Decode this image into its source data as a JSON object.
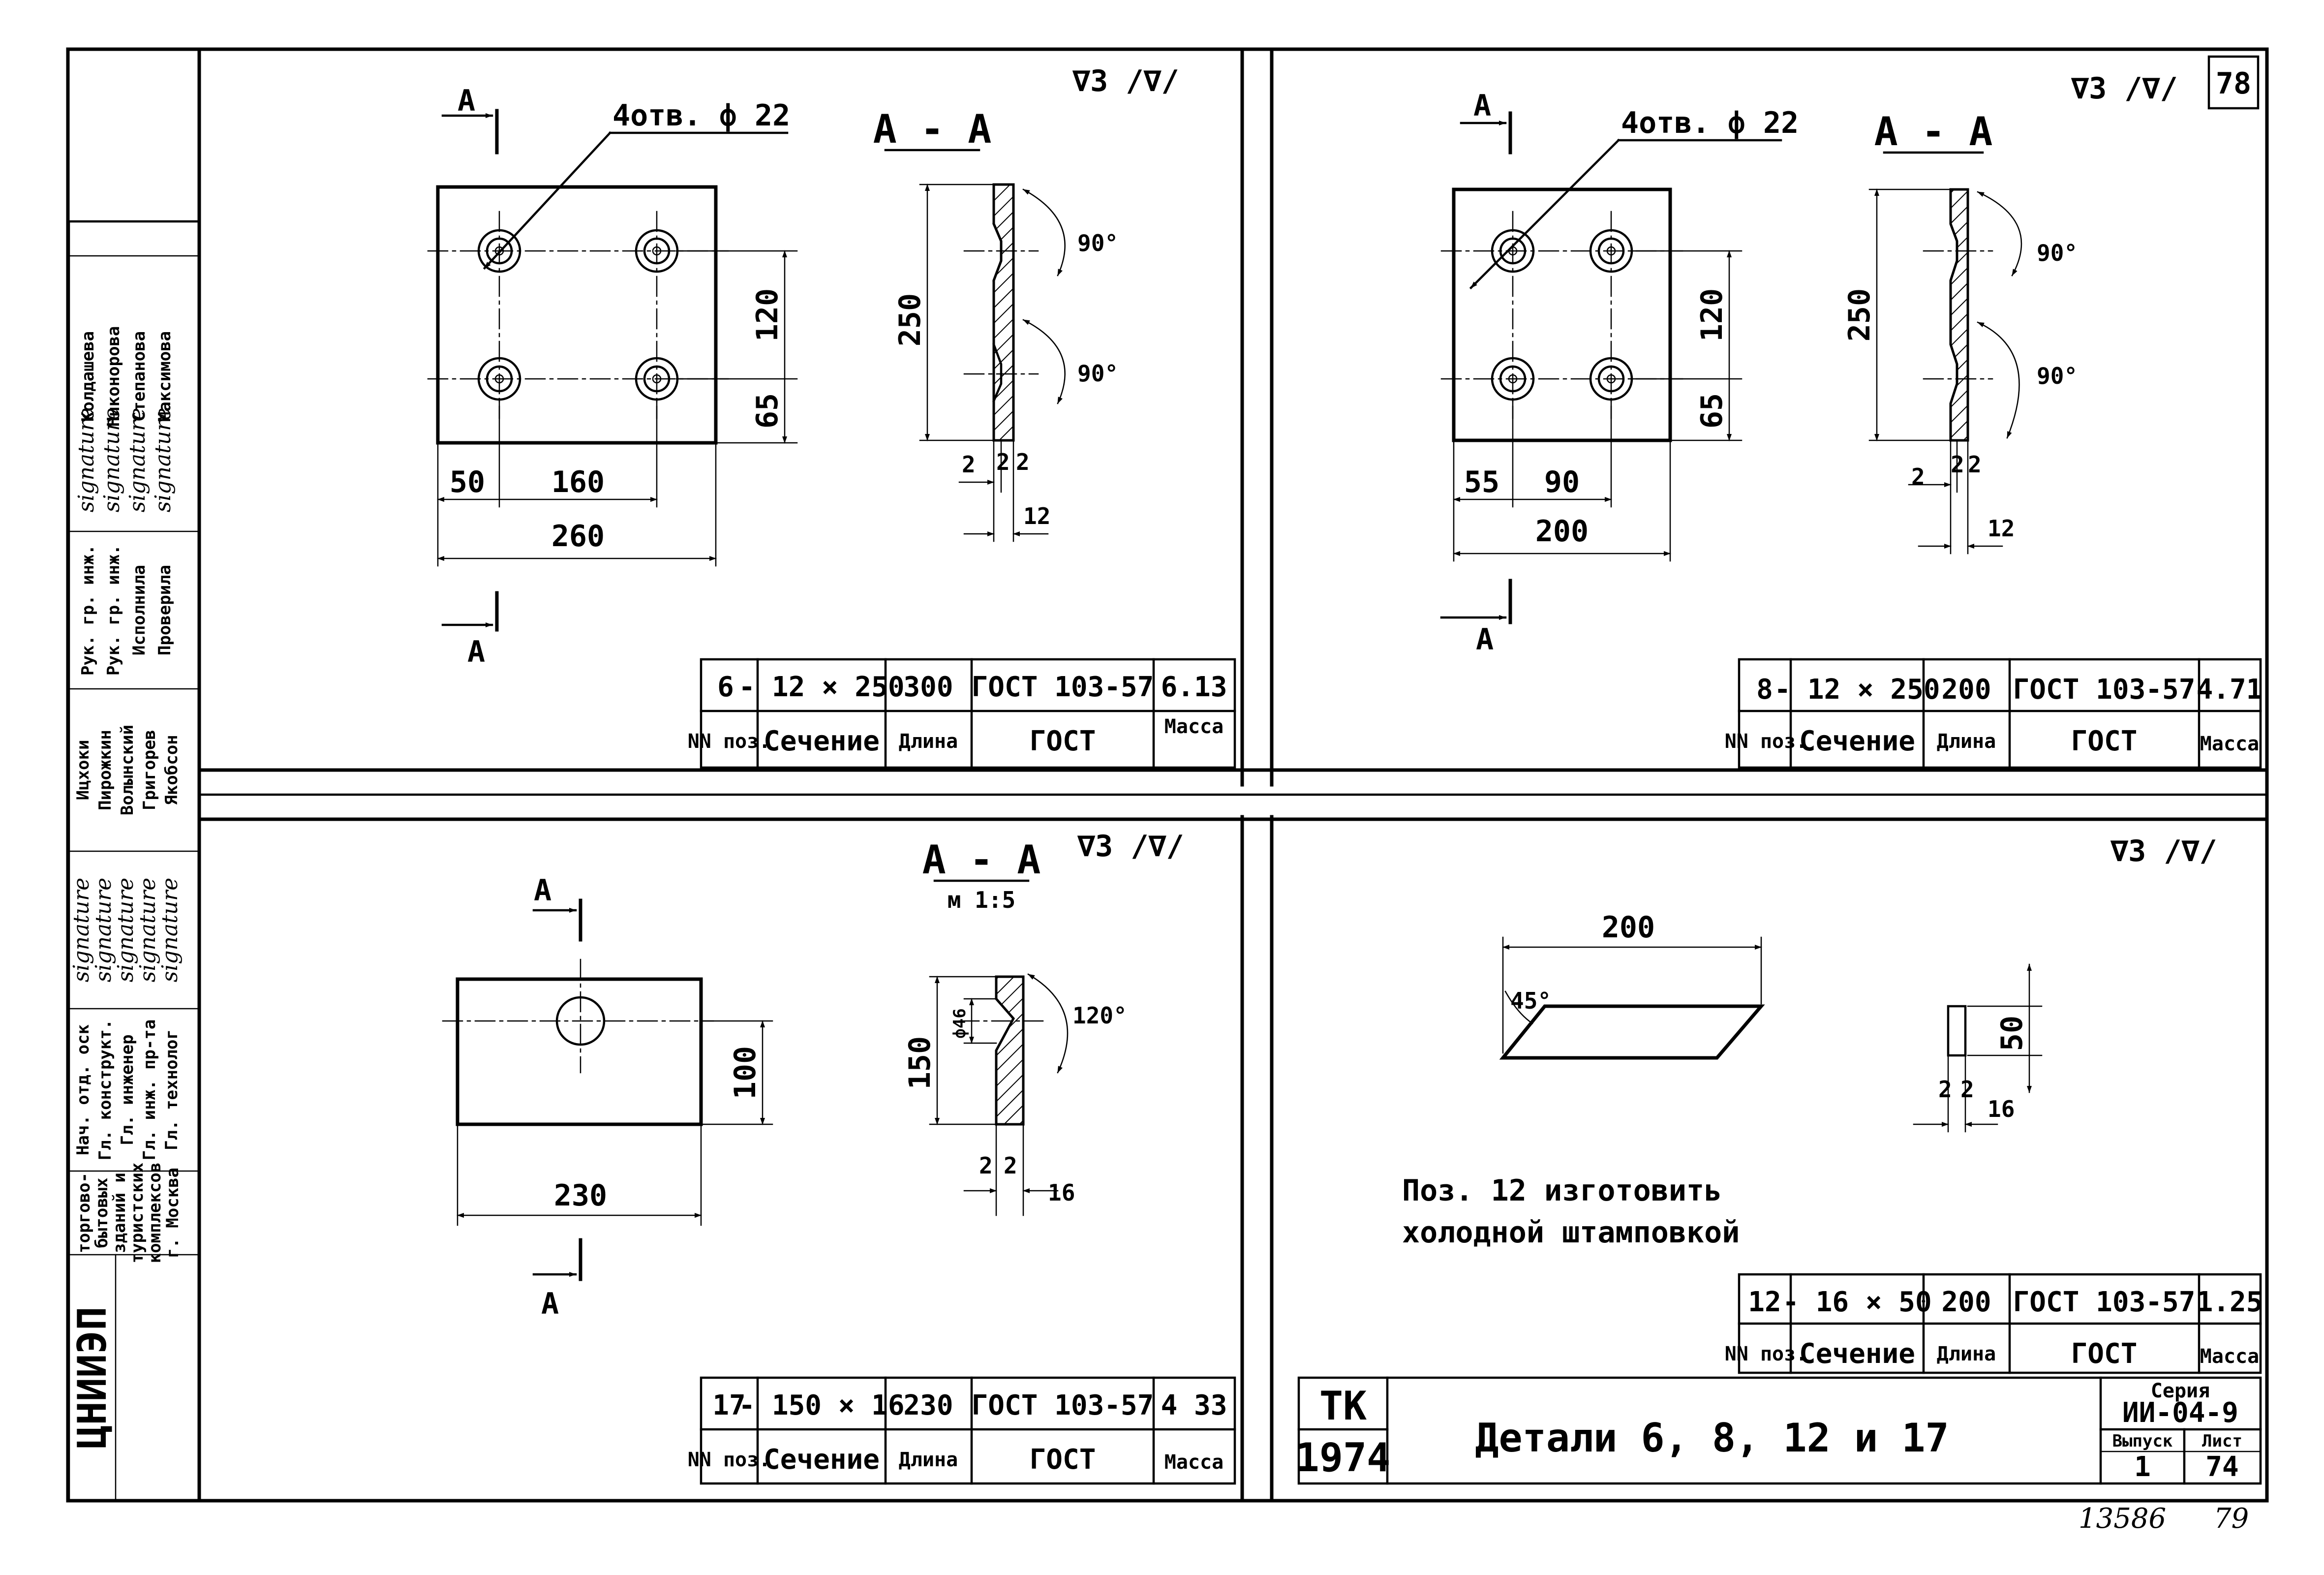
{
  "sheet_number": "78",
  "roughness_mark": "∇3 /∇/",
  "section_label": "А - А",
  "section_cut_letter": "А",
  "details": {
    "d6": {
      "holes_note": "4отв. ф 22",
      "dims": {
        "width_total": "260",
        "edge": "50",
        "spacing_h": "160",
        "height": "250",
        "spacing_v": "120",
        "bottom": "65",
        "angle1": "90°",
        "angle2": "90°",
        "chamfer": "2",
        "thickness": "12"
      },
      "row": {
        "pos": "6",
        "section": "- 12 × 250",
        "length": "300",
        "gost": "ГОСТ 103-57",
        "mass": "6.13"
      }
    },
    "d8": {
      "holes_note": "4отв. ф 22",
      "dims": {
        "width_total": "200",
        "edge": "55",
        "spacing_h": "90",
        "height": "250",
        "spacing_v": "120",
        "bottom": "65",
        "angle1": "90°",
        "angle2": "90°",
        "chamfer": "2",
        "thickness": "12"
      },
      "row": {
        "pos": "8",
        "section": "- 12 × 250",
        "length": "200",
        "gost": "ГОСТ 103-57",
        "mass": "4.71"
      }
    },
    "d17": {
      "scale": "м 1:5",
      "dims": {
        "width": "230",
        "height": "100",
        "section_height": "150",
        "hole": "ф46",
        "angle": "120°",
        "chamfer": "2",
        "thickness": "16"
      },
      "row": {
        "pos": "17",
        "section": "- 150 × 16",
        "length": "230",
        "gost": "ГОСТ 103-57",
        "mass": "4 33"
      }
    },
    "d12": {
      "dims": {
        "length": "200",
        "angle": "45°",
        "height": "50",
        "chamfer": "2",
        "thickness": "16"
      },
      "note_line1": "Поз. 12 изготовить",
      "note_line2": "холодной штамповкой",
      "row": {
        "pos": "12",
        "section": "- 16 × 50",
        "length": "200",
        "gost": "ГОСТ 103-57",
        "mass": "1.25"
      }
    }
  },
  "table_headers": {
    "pos": "NN поз.",
    "section": "Сечение",
    "length": "Длина",
    "gost": "ГОСТ",
    "mass": "Масса"
  },
  "title_block": {
    "tk": "ТК",
    "year": "1974",
    "title": "Детали 6, 8, 12 и 17",
    "series_label": "Серия",
    "series_value": "ИИ-04-9",
    "issue_label": "Выпуск",
    "issue_value": "1",
    "sheet_label": "Лист",
    "sheet_value": "74"
  },
  "side_stamp": {
    "org_logo": "ЦНИИЭП",
    "org_lines": [
      "торгово-",
      "бытовых",
      "зданий и",
      "туристских",
      "комплексов",
      "г. Москва"
    ],
    "roles": [
      "Нач. отд. оск",
      "Гл. конструкт.",
      "Гл. инженер",
      "Гл. инж. пр-та",
      "Гл. технолог",
      "Рук. гр. инж.",
      "Рук. гр. инж.",
      "Исполнила",
      "Проверила"
    ],
    "names": [
      "Ицхоки",
      "Пирожкин",
      "Волынский",
      "Григорев",
      "Якобсон",
      "Колдашева",
      "Никонорова",
      "Степанова",
      "Максимова"
    ],
    "signatures": [
      "signature",
      "signature",
      "signature",
      "signature",
      "signature",
      "signature",
      "signature",
      "signature",
      "signature"
    ]
  },
  "footer": {
    "archive_number": "13586",
    "page": "79"
  }
}
